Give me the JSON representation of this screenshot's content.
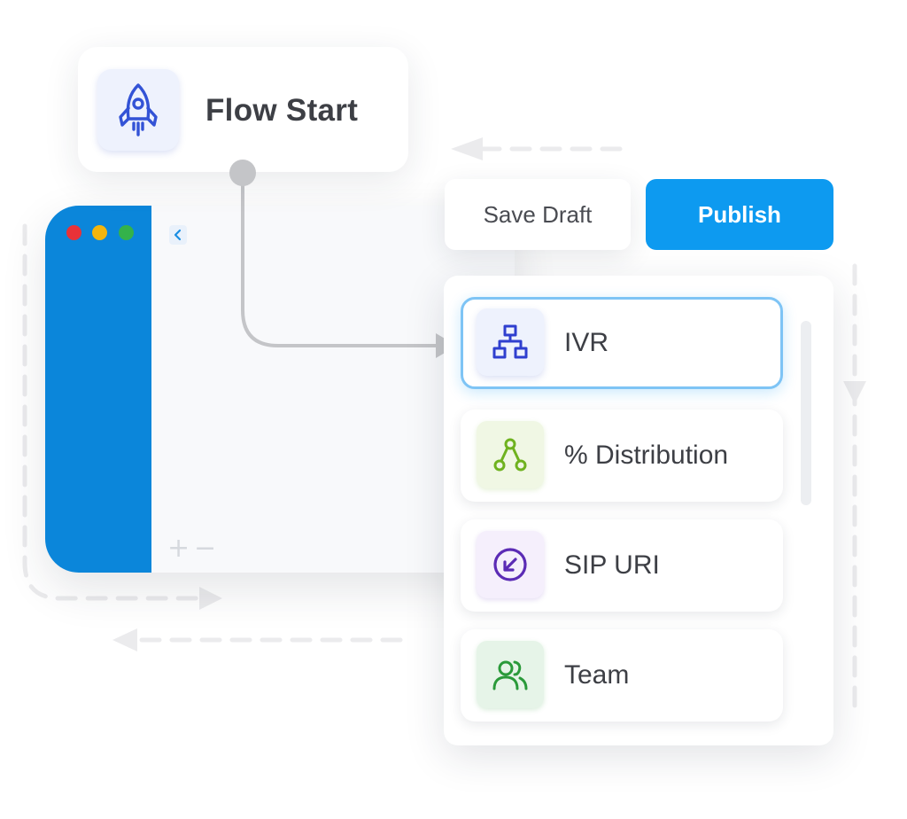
{
  "flow_start": {
    "title": "Flow Start",
    "icon": "rocket-icon"
  },
  "browser": {
    "collapse_icon": "chevron-left-icon",
    "zoom_in": "+",
    "zoom_out": "−"
  },
  "toolbar": {
    "save_draft_label": "Save Draft",
    "publish_label": "Publish"
  },
  "nodes": [
    {
      "label": "IVR",
      "icon": "sitemap-icon",
      "selected": true
    },
    {
      "label": "% Distribution",
      "icon": "distribution-icon"
    },
    {
      "label": "SIP URI",
      "icon": "arrow-down-left-circle-icon"
    },
    {
      "label": "Team",
      "icon": "users-icon"
    }
  ],
  "colors": {
    "accent": "#0d9af0",
    "sidebar": "#0b86da",
    "ivr_icon": "#2f3fcf",
    "distribution_icon": "#6fb21f",
    "sip_icon": "#5b2bb5",
    "team_icon": "#2a9a3a"
  }
}
